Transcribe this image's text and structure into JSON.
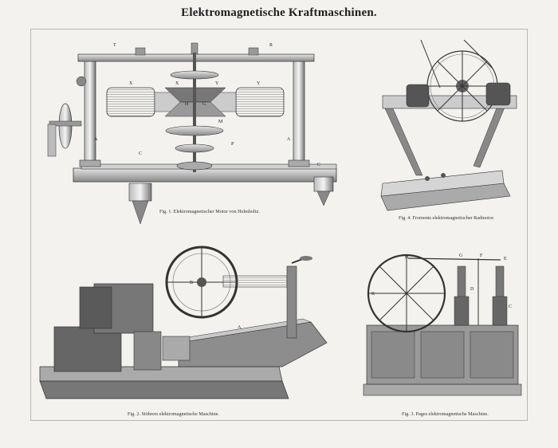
{
  "title": "Elektromagnetische Kraftmaschinen.",
  "figures": [
    {
      "caption": "Fig. 1.  Elektromagnetischer Motor von Helmholtz."
    },
    {
      "caption": "Fig. 4.  Froments elektromagnetischer Radmotor."
    },
    {
      "caption": "Fig. 2.  Stöhrers elektromagnetische Maschine."
    },
    {
      "caption": "Fig. 3.  Pages elektromagnetische Maschine."
    }
  ],
  "fig1_labels": [
    "T",
    "R",
    "X",
    "Y",
    "X",
    "Y",
    "H",
    "G",
    "A",
    "A",
    "C",
    "C",
    "M",
    "P"
  ],
  "fig3_labels": [
    "H",
    "G",
    "F",
    "E",
    "D",
    "C",
    "K"
  ],
  "fig2_labels": [
    "B",
    "A"
  ]
}
